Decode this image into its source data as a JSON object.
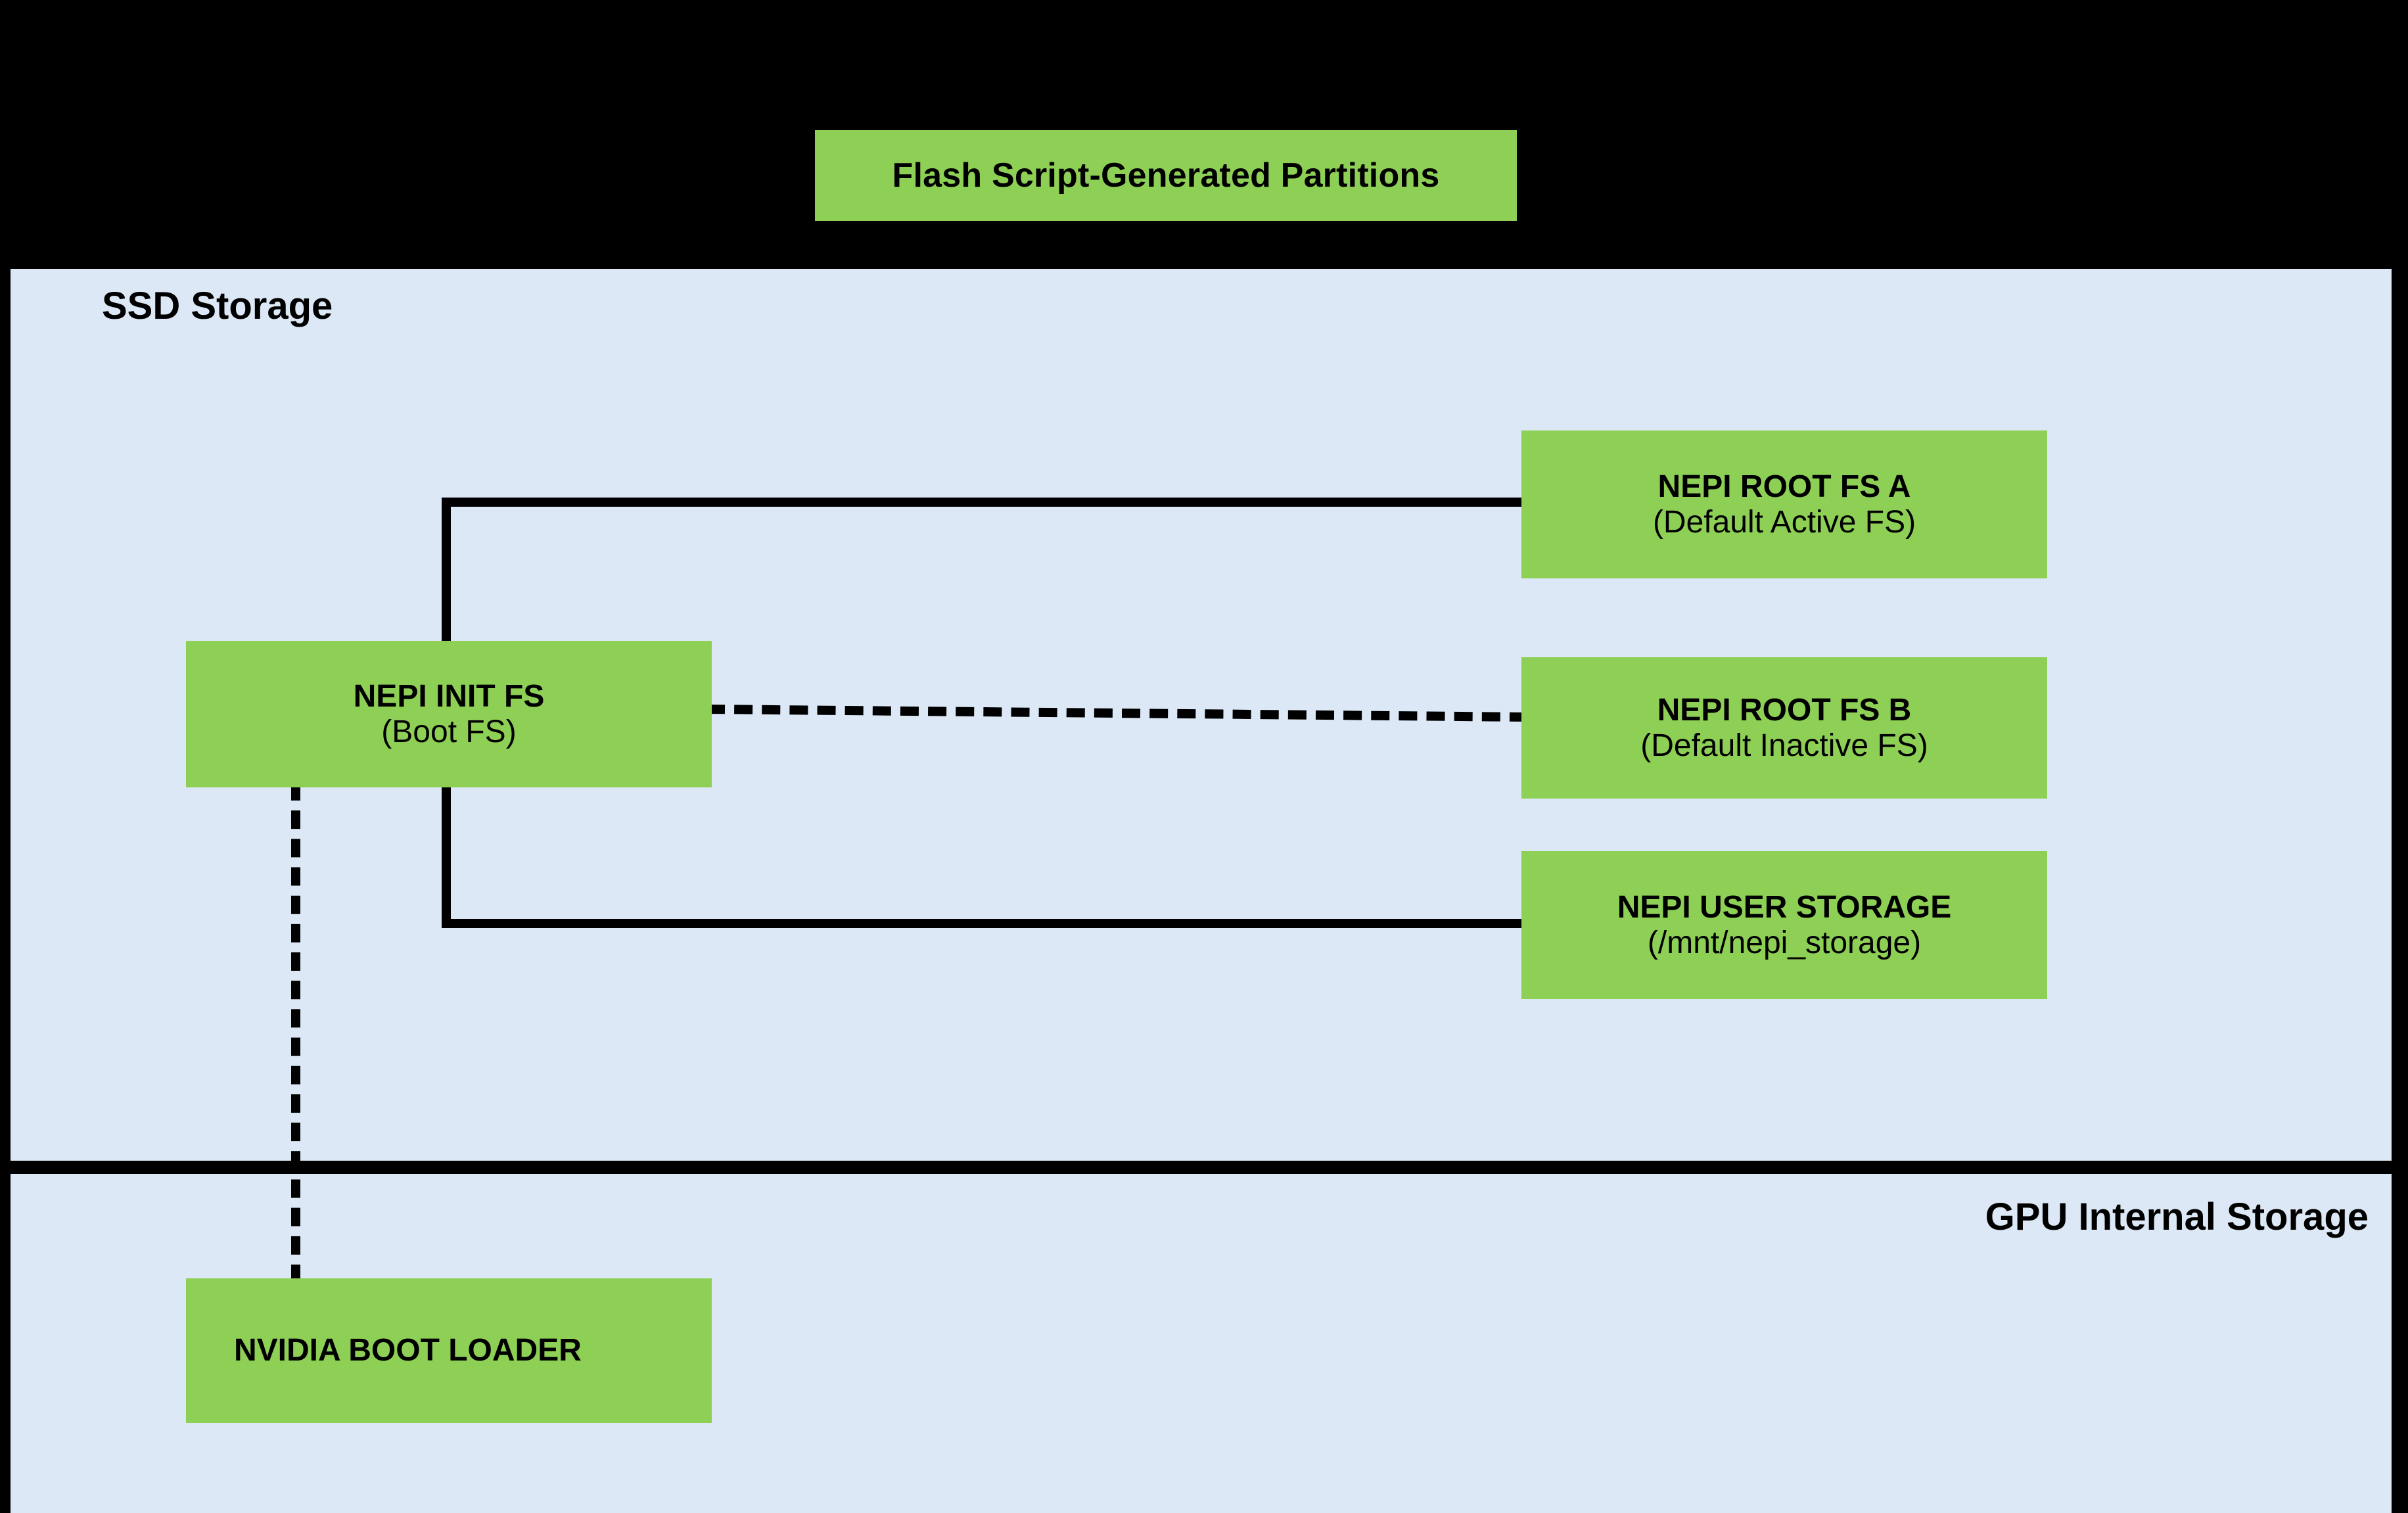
{
  "diagram": {
    "header": {
      "label": "Flash Script-Generated Partitions"
    },
    "panels": [
      {
        "id": "ssd",
        "title": "SSD Storage"
      },
      {
        "id": "gpu",
        "title": "GPU Internal Storage"
      }
    ],
    "nodes": [
      {
        "id": "nepi-init-fs",
        "line1": "NEPI INIT FS",
        "line2": "(Boot FS)",
        "panel": "ssd"
      },
      {
        "id": "nepi-root-fs-a",
        "line1": "NEPI ROOT FS A",
        "line2": "(Default Active FS)",
        "panel": "ssd"
      },
      {
        "id": "nepi-root-fs-b",
        "line1": "NEPI ROOT FS B",
        "line2": "(Default Inactive FS)",
        "panel": "ssd"
      },
      {
        "id": "nepi-user-storage",
        "line1": "NEPI USER STORAGE",
        "line2": "(/mnt/nepi_storage)",
        "panel": "ssd"
      },
      {
        "id": "nvidia-boot-loader",
        "line1": "NVIDIA BOOT LOADER",
        "line2": "",
        "panel": "gpu"
      }
    ],
    "connections": [
      {
        "id": "init-to-root-a",
        "from": "nepi-init-fs",
        "to": "nepi-root-fs-a",
        "style": "solid"
      },
      {
        "id": "init-to-root-b",
        "from": "nepi-init-fs",
        "to": "nepi-root-fs-b",
        "style": "dashed"
      },
      {
        "id": "init-to-user",
        "from": "nepi-init-fs",
        "to": "nepi-user-storage",
        "style": "solid"
      },
      {
        "id": "init-to-boot-loader",
        "from": "nepi-init-fs",
        "to": "nvidia-boot-loader",
        "style": "dashed"
      }
    ],
    "colors": {
      "node_fill": "#8ed055",
      "panel_fill": "#dce8f5",
      "background": "#000000",
      "line": "#000000",
      "text": "#000000"
    }
  }
}
